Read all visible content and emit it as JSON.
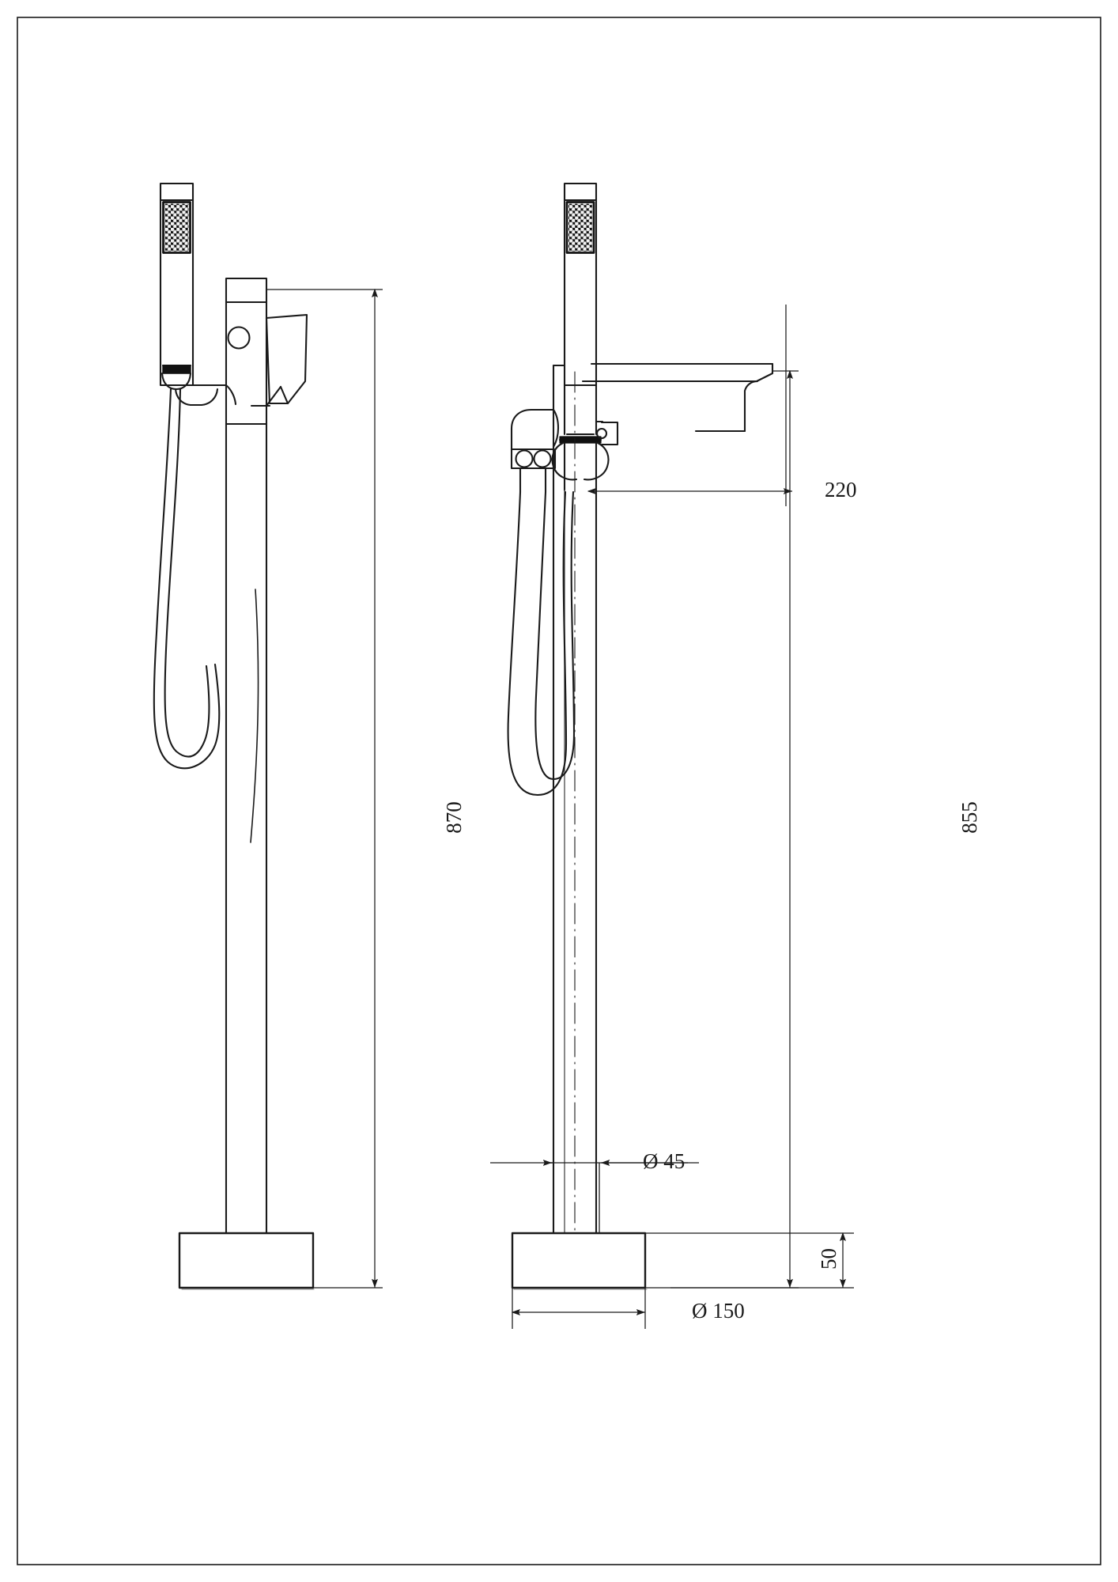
{
  "document": {
    "type": "technical-drawing",
    "subject": "Freestanding floor-mounted bath shower mixer tap",
    "background_color": "#ffffff",
    "line_color": "#1a1a1a",
    "border_color": "#1a1a1a"
  },
  "views": [
    {
      "name": "side-view-left",
      "description": "Side elevation with handheld shower, mixer body, lever handle and hose"
    },
    {
      "name": "front-view-right",
      "description": "Front elevation with spout, handheld shower, hose and round base"
    }
  ],
  "dimensions": {
    "overall_height_left": "870",
    "overall_height_right": "855",
    "spout_projection": "220",
    "riser_diameter": "Ø 45",
    "base_diameter": "Ø 150",
    "base_height": "50"
  },
  "labels": [
    {
      "id": "dim-870",
      "text": "870",
      "rotated": true
    },
    {
      "id": "dim-855",
      "text": "855",
      "rotated": true
    },
    {
      "id": "dim-220",
      "text": "220",
      "rotated": false
    },
    {
      "id": "dim-d45",
      "text": "Ø 45",
      "rotated": false
    },
    {
      "id": "dim-d150",
      "text": "Ø 150",
      "rotated": false
    },
    {
      "id": "dim-50",
      "text": "50",
      "rotated": true
    }
  ]
}
